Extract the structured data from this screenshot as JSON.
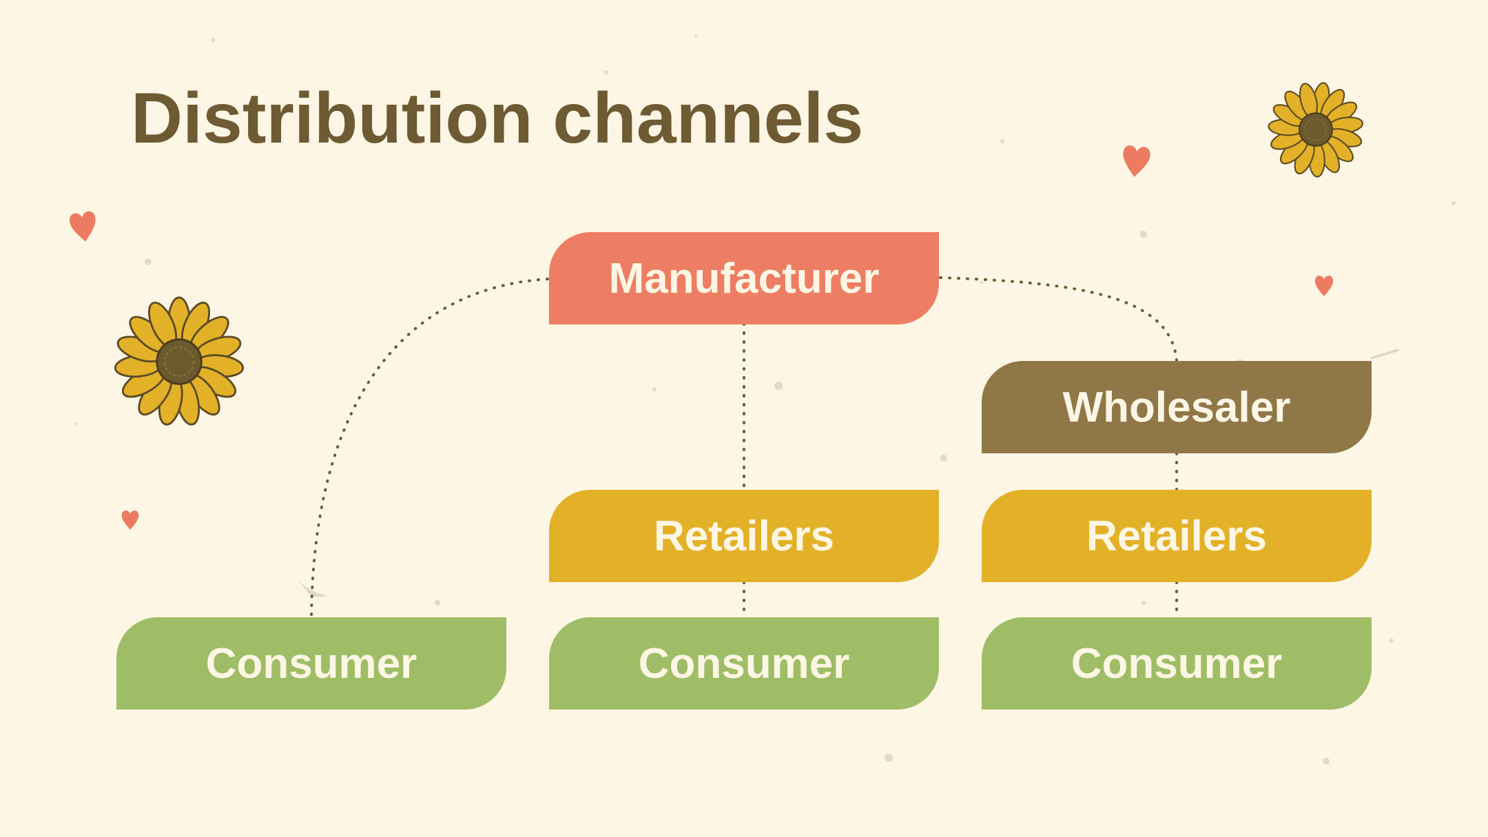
{
  "slide": {
    "title": "Distribution channels"
  },
  "diagram": {
    "nodes": {
      "manufacturer": "Manufacturer",
      "wholesaler": "Wholesaler",
      "retailers_direct": "Retailers",
      "retailers_via_wholesaler": "Retailers",
      "consumer_direct": "Consumer",
      "consumer_via_retailers": "Consumer",
      "consumer_via_wholesaler": "Consumer"
    },
    "colors": {
      "manufacturer": "#ee7e63",
      "wholesaler": "#8f7748",
      "retailers": "#e2b127",
      "consumer": "#9fbd66",
      "label_text": "#fdf6e4",
      "title": "#6e5a33",
      "connector": "#6e5a33",
      "background": "#fdf6e4"
    },
    "connections": [
      {
        "from": "manufacturer",
        "to": "consumer_direct",
        "style": "dotted-curve"
      },
      {
        "from": "manufacturer",
        "to": "retailers_direct",
        "style": "dotted"
      },
      {
        "from": "manufacturer",
        "to": "wholesaler",
        "style": "dotted-curve"
      },
      {
        "from": "retailers_direct",
        "to": "consumer_via_retailers",
        "style": "dotted"
      },
      {
        "from": "wholesaler",
        "to": "retailers_via_wholesaler",
        "style": "dotted"
      },
      {
        "from": "retailers_via_wholesaler",
        "to": "consumer_via_wholesaler",
        "style": "dotted"
      }
    ]
  },
  "decorations": [
    "sunflower-icon",
    "sunflower-icon",
    "heart-icon",
    "heart-icon",
    "heart-icon",
    "heart-icon"
  ]
}
